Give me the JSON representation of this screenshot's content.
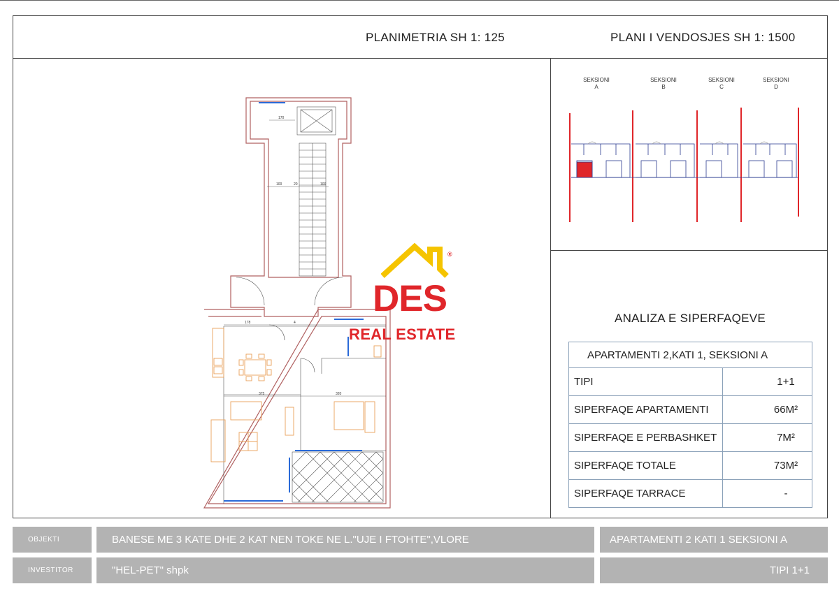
{
  "header": {
    "planimetria": "PLANIMETRIA  SH 1: 125",
    "plani_vendosjes": "PLANI I VENDOSJES SH 1: 1500"
  },
  "site_plan": {
    "sections": [
      {
        "label": "SEKSIONI",
        "letter": "A"
      },
      {
        "label": "SEKSIONI",
        "letter": "B"
      },
      {
        "label": "SEKSIONI",
        "letter": "C"
      },
      {
        "label": "SEKSIONI",
        "letter": "D"
      }
    ]
  },
  "logo": {
    "brand": "DES",
    "subtitle": "REAL ESTATE",
    "registered": "®",
    "colors": {
      "house": "#f5c400",
      "text": "#e0262a"
    }
  },
  "analysis": {
    "title": "ANALIZA E SIPERFAQEVE",
    "table_title": "APARTAMENTI  2,KATI 1, SEKSIONI A",
    "rows": [
      {
        "label": "TIPI",
        "value": "1+1"
      },
      {
        "label": "SIPERFAQE APARTAMENTI",
        "value": "66M²"
      },
      {
        "label": "SIPERFAQE E PERBASHKET",
        "value": "7M²"
      },
      {
        "label": "SIPERFAQE TOTALE",
        "value": "73M²"
      },
      {
        "label": "SIPERFAQE TARRACE",
        "value": "-"
      }
    ]
  },
  "footer": {
    "objekti_label": "OBJEKTI",
    "objekti_value": "BANESE ME 3 KATE DHE 2 KAT NEN TOKE NE L.\"UJE I FTOHTE\",VLORE",
    "apartment": "APARTAMENTI  2 KATI 1 SEKSIONI A",
    "investitor_label": "INVESTITOR",
    "investitor_value": "\"HEL-PET\" shpk",
    "tipi": "TIPI  1+1"
  },
  "colors": {
    "bar_bg": "#b3b3b3",
    "wall_outline": "#b06060",
    "furniture": "#e9a15a",
    "window": "#2a6ad8",
    "site_red": "#e0262a"
  }
}
